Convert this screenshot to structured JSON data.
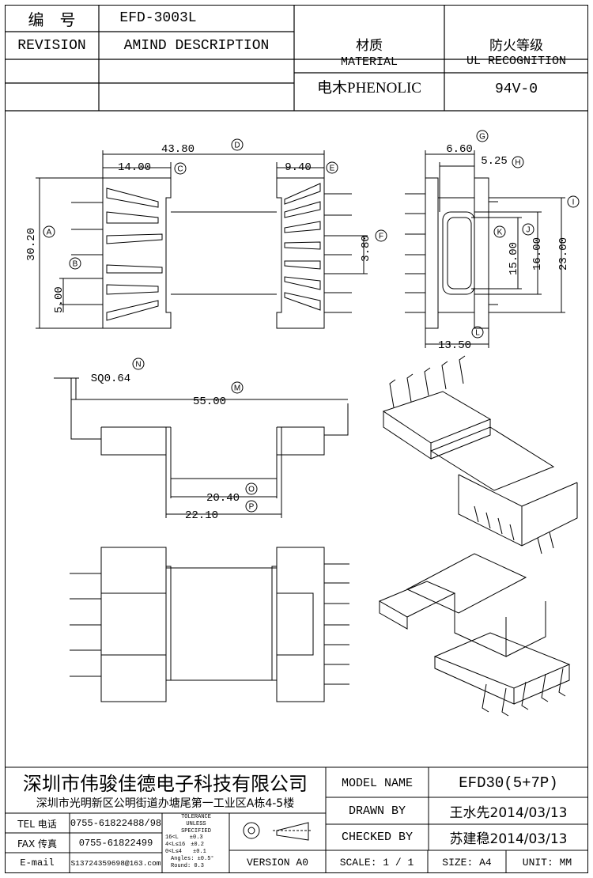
{
  "header": {
    "code_label": "编　号",
    "code_value": "EFD-3003L",
    "revision_label": "REVISION",
    "amend_label": "AMIND DESCRIPTION",
    "material_cn": "材质",
    "material_en": "MATERIAL",
    "material_value": "电木PHENOLIC",
    "ul_cn": "防火等级",
    "ul_en": "UL RECOGNITION",
    "ul_value": "94V-0"
  },
  "dimensions": {
    "A": "30.20",
    "B": "5.00",
    "C": "14.00",
    "D": "43.80",
    "E": "9.40",
    "F": "3.80",
    "G": "6.60",
    "H": "5.25",
    "I": "23.00",
    "J": "16.00",
    "K": "15.00",
    "L": "13.50",
    "M": "55.00",
    "N": "SQ0.64",
    "O": "20.40",
    "P": "22.10"
  },
  "markers": [
    "A",
    "B",
    "C",
    "D",
    "E",
    "F",
    "G",
    "H",
    "I",
    "J",
    "K",
    "L",
    "M",
    "N",
    "O",
    "P"
  ],
  "footer": {
    "company": "深圳市伟骏佳德电子科技有限公司",
    "address": "深圳市光明新区公明街道办塘尾第一工业区A栋4-5楼",
    "tel_label": "TEL 电话",
    "tel_value": "0755-61822488/98",
    "fax_label": "FAX 传真",
    "fax_value": "0755-61822499",
    "email_label": "E-mail",
    "email_value": "S13724359698@163.com",
    "tolerance": [
      "TOLERANCE",
      "UNLESS",
      "SPECIFIED",
      "16<L　　±0.3",
      "4<L≤16　±0.2",
      "0<L≤4　　±0.1",
      "Angles: ±0.5°",
      "Round: 0.3"
    ],
    "version": "VERSION A0",
    "model_label": "MODEL NAME",
    "model_value": "EFD30(5+7P)",
    "drawn_label": "DRAWN BY",
    "drawn_value": "王水先2014/03/13",
    "checked_label": "CHECKED BY",
    "checked_value": "苏建稳2014/03/13",
    "scale_label": "SCALE: 1 / 1",
    "size_label": "SIZE: A4",
    "unit_label": "UNIT: MM"
  }
}
